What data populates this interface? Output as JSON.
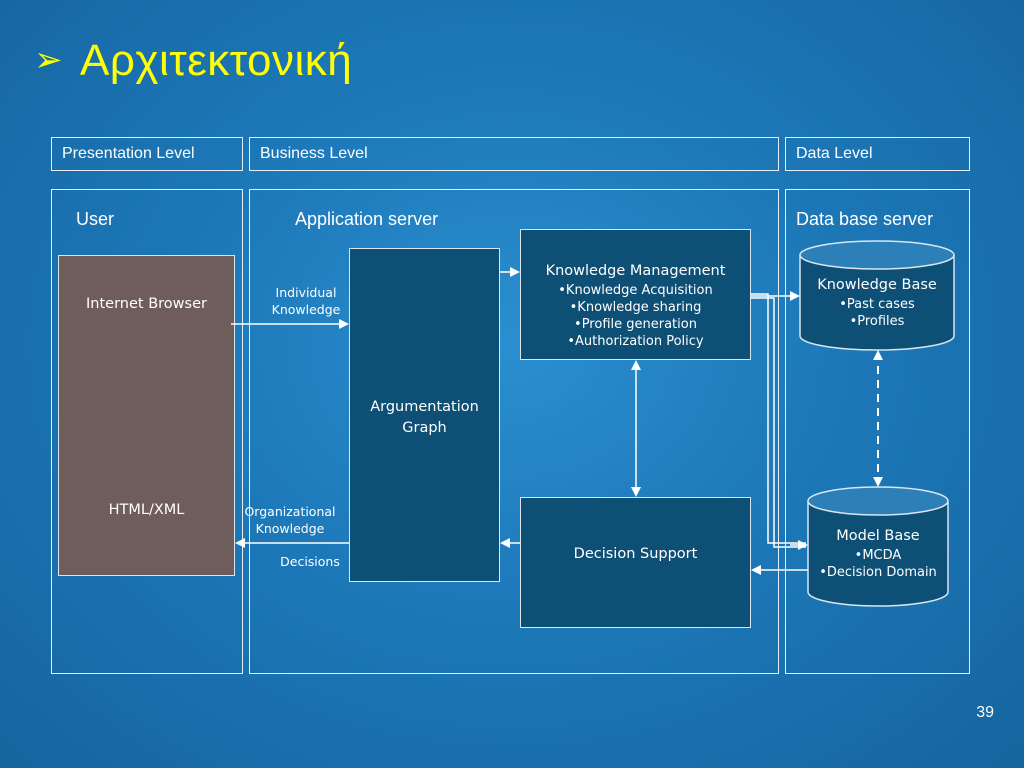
{
  "slide": {
    "bullet": "➢",
    "title": "Αρχιτεκτονική",
    "page_number": "39"
  },
  "levels": {
    "presentation": "Presentation Level",
    "business": "Business Level",
    "data": "Data Level"
  },
  "zones": {
    "user": "User",
    "app_server": "Application server",
    "db_server": "Data base server"
  },
  "browser": {
    "title": "Internet Browser",
    "format": "HTML/XML"
  },
  "argumentation": {
    "line1": "Argumentation",
    "line2": "Graph"
  },
  "knowledge_management": {
    "title": "Knowledge Management",
    "items": [
      "•Knowledge Acquisition",
      "•Knowledge sharing",
      "•Profile generation",
      "•Authorization Policy"
    ]
  },
  "decision_support": {
    "title": "Decision Support"
  },
  "knowledge_base": {
    "title": "Knowledge Base",
    "items": [
      "•Past cases",
      "•Profiles"
    ]
  },
  "model_base": {
    "title": "Model Base",
    "items": [
      "•MCDA",
      "•Decision Domain"
    ]
  },
  "flow_labels": {
    "individual_1": "Individual",
    "individual_2": "Knowledge",
    "organizational_1": "Organizational",
    "organizational_2": "Knowledge",
    "decisions": "Decisions"
  },
  "colors": {
    "title": "#ffff00",
    "box_fill": "#0e4f75",
    "browser_fill": "#6e5d5b",
    "line": "#ffffff"
  }
}
